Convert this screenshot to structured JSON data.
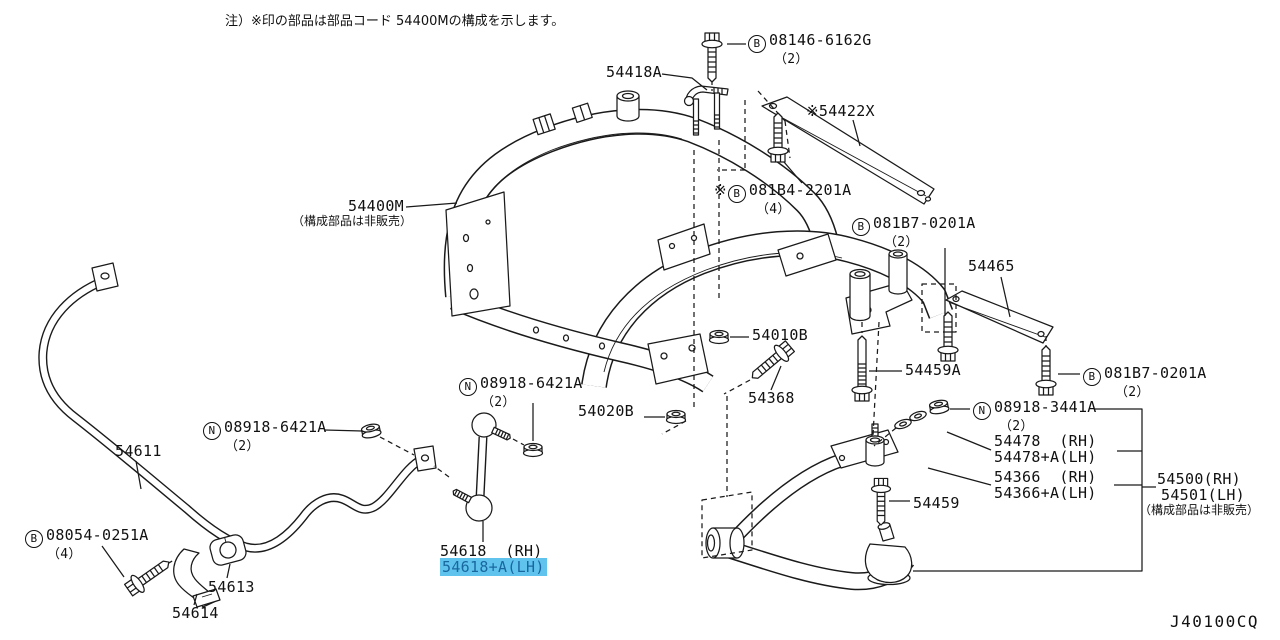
{
  "note": "注）※印の部品は部品コード 54400Mの構成を示します。",
  "drawing_number": "J40100CQ",
  "colors": {
    "line": "#1a1a1a",
    "highlight_bg": "#5fc3ee",
    "highlight_text": "#19679f"
  },
  "labels": {
    "b08146": {
      "prefix": "B",
      "code": "08146-6162G",
      "qty": "（2）"
    },
    "p54418a": {
      "code": "54418A"
    },
    "p54422x": {
      "code": "※54422X"
    },
    "b081b4": {
      "mark": "※",
      "prefix": "B",
      "code": "081B4-2201A",
      "qty": "（4）"
    },
    "p54400m": {
      "code": "54400M",
      "note": "（構成部品は非販売）"
    },
    "b081b7_top": {
      "prefix": "B",
      "code": "081B7-0201A",
      "qty": "（2）"
    },
    "p54465": {
      "code": "54465"
    },
    "p54010b": {
      "code": "54010B"
    },
    "p54368": {
      "code": "54368"
    },
    "p54459a": {
      "code": "54459A"
    },
    "b081b7_right": {
      "prefix": "B",
      "code": "081B7-0201A",
      "qty": "（2）"
    },
    "n08918_3441a": {
      "prefix": "N",
      "code": "08918-3441A",
      "qty": "（2）"
    },
    "n08918_6421a_upper": {
      "prefix": "N",
      "code": "08918-6421A",
      "qty": "（2）"
    },
    "p54020b": {
      "code": "54020B"
    },
    "n08918_6421a_left": {
      "prefix": "N",
      "code": "08918-6421A",
      "qty": "（2）"
    },
    "p54611": {
      "code": "54611"
    },
    "p54478": {
      "rh": "54478  (RH)",
      "lh": "54478+A(LH)"
    },
    "p54366": {
      "rh": "54366  (RH)",
      "lh": "54366+A(LH)"
    },
    "p54500": {
      "rh": "54500(RH)",
      "lh": "54501(LH)",
      "note": "（構成部品は非販売）"
    },
    "b08054": {
      "prefix": "B",
      "code": "08054-0251A",
      "qty": "（4）"
    },
    "p54613": {
      "code": "54613"
    },
    "p54614": {
      "code": "54614"
    },
    "p54618": {
      "rh": "54618  (RH)",
      "lh": "54618+A(LH)"
    },
    "p54459": {
      "code": "54459"
    }
  }
}
